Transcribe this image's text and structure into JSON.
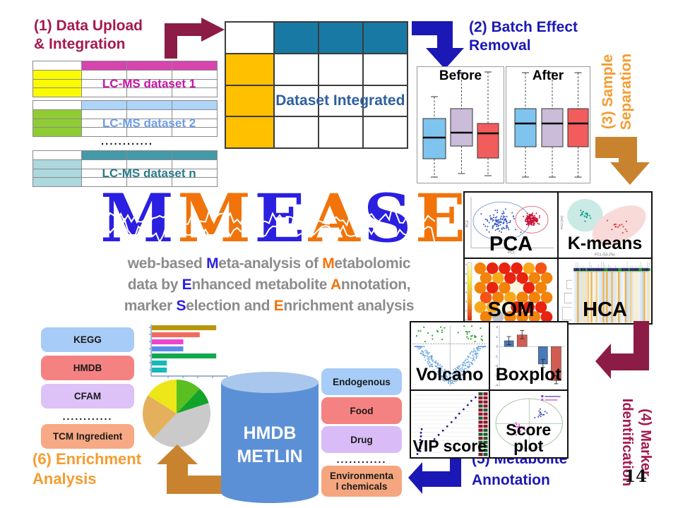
{
  "slide": {
    "page_number": "14"
  },
  "steps": [
    {
      "lines": [
        "(1) Data Upload",
        "& Integration"
      ],
      "color": "#A5194F"
    },
    {
      "lines": [
        "(2) Batch Effect",
        "Removal"
      ],
      "color": "#1B18B6"
    },
    {
      "lines": [
        "(3) Sample",
        "Separation"
      ],
      "color": "#F59C31"
    },
    {
      "lines": [
        "(4) Marker",
        "Identification"
      ],
      "color": "#A5194F"
    },
    {
      "lines": [
        "(5) Metabolite",
        "Annotation"
      ],
      "color": "#1B18B6"
    },
    {
      "lines": [
        "(6) Enrichment",
        "Analysis"
      ],
      "color": "#F59C31"
    }
  ],
  "arrows": {
    "s1": "#8C1B45",
    "s2": "#1B18B6",
    "s3": "#C9832E",
    "s4": "#8C1B45",
    "s5": "#1B18B6",
    "s6": "#C9832E"
  },
  "upload": {
    "datasets": [
      {
        "label": "LC-MS dataset 1",
        "label_color": "#C713A8",
        "header_color": "#D644AE",
        "key_color": "#FBFB00"
      },
      {
        "label": "LC-MS dataset 2",
        "label_color": "#6D9EEB",
        "header_color": "#AED4F7",
        "key_color": "#8FCC33"
      },
      {
        "label": "LC-MS dataset n",
        "label_color": "#2A7A8C",
        "header_color": "#4299A8",
        "key_color": "#ACD8DE"
      }
    ],
    "ellipsis": "............",
    "integrated": {
      "label": "Dataset Integrated",
      "label_color": "#2F5FA0",
      "header_color": "#1879A5",
      "key_color": "#FFC000"
    }
  },
  "batch": {
    "before": "Before",
    "after": "After"
  },
  "separation": {
    "panels": [
      "PCA",
      "K-means",
      "SOM",
      "HCA"
    ],
    "pca_xlabel": "PC1",
    "pca_ylabel": "PC2",
    "kmeans_xlabel": "PC1 (53.2%)",
    "kmeans_ylabel": "PC2 (3%)",
    "som_scale": [
      "7",
      "6",
      "5",
      "4",
      "3",
      "2",
      "1"
    ]
  },
  "markers": {
    "panels": [
      "Volcano",
      "Boxplot",
      "VIP score",
      "Score plot"
    ],
    "boxplot_ticks": [
      "2",
      "1",
      "0",
      "-1",
      "-2",
      "-3",
      "-4"
    ],
    "boxplot_bars": [
      0.6,
      1.2,
      -1.8,
      -3.5
    ]
  },
  "logo": {
    "word": [
      {
        "t": "M",
        "c": "#2B1FE0"
      },
      {
        "t": "M",
        "c": "#F2730A"
      },
      {
        "t": "E",
        "c": "#2B1FE0"
      },
      {
        "t": "A",
        "c": "#F2730A"
      },
      {
        "t": "S",
        "c": "#2B1FE0"
      },
      {
        "t": "E",
        "c": "#F2730A"
      }
    ],
    "tagline": [
      [
        {
          "t": "web-based ",
          "c": "#8C8C8C"
        },
        {
          "t": "M",
          "c": "#2B1FE0"
        },
        {
          "t": "eta-analysis of ",
          "c": "#8C8C8C"
        },
        {
          "t": "M",
          "c": "#F2730A"
        },
        {
          "t": "etabolomic",
          "c": "#8C8C8C"
        }
      ],
      [
        {
          "t": "data by ",
          "c": "#8C8C8C"
        },
        {
          "t": "E",
          "c": "#2B1FE0"
        },
        {
          "t": "nhanced metabolite ",
          "c": "#8C8C8C"
        },
        {
          "t": "A",
          "c": "#F2730A"
        },
        {
          "t": "nnotation,",
          "c": "#8C8C8C"
        }
      ],
      [
        {
          "t": "marker ",
          "c": "#8C8C8C"
        },
        {
          "t": "S",
          "c": "#2B1FE0"
        },
        {
          "t": "election and ",
          "c": "#8C8C8C"
        },
        {
          "t": "E",
          "c": "#F2730A"
        },
        {
          "t": "nrichment analysis",
          "c": "#8C8C8C"
        }
      ]
    ]
  },
  "annotation": {
    "database": [
      "HMDB",
      "METLIN"
    ],
    "categories": [
      {
        "label": "Endogenous",
        "color": "#A6CCF7"
      },
      {
        "label": "Food",
        "color": "#F58282"
      },
      {
        "label": "Drug",
        "color": "#D9BCF7"
      },
      {
        "label": "Environmenta\nl chemicals",
        "color": "#F5A67E"
      }
    ],
    "ellipsis": "............"
  },
  "enrichment": {
    "sources": [
      {
        "label": "KEGG",
        "color": "#A6CCF7"
      },
      {
        "label": "HMDB",
        "color": "#F58282"
      },
      {
        "label": "CFAM",
        "color": "#DCC2F7"
      },
      {
        "label": "TCM Ingredient",
        "color": "#F7A884"
      }
    ],
    "ellipsis": "............",
    "bar_chart": {
      "type": "bar",
      "values": [
        0.86,
        0.64,
        0.42,
        0.42,
        0.86,
        0.2,
        0.2
      ],
      "colors": [
        "#B8960C",
        "#F26B5E",
        "#EE44D0",
        "#5B8DE8",
        "#10A94E",
        "#17B8B8",
        "#17B8B8"
      ]
    },
    "pie_chart": {
      "type": "pie",
      "slices": [
        {
          "value": 12,
          "color": "#5BBF21"
        },
        {
          "value": 8,
          "color": "#12A32A"
        },
        {
          "value": 42,
          "color": "#CACACA"
        },
        {
          "value": 22,
          "color": "#E5B05C"
        },
        {
          "value": 16,
          "color": "#EDE619"
        }
      ]
    }
  }
}
